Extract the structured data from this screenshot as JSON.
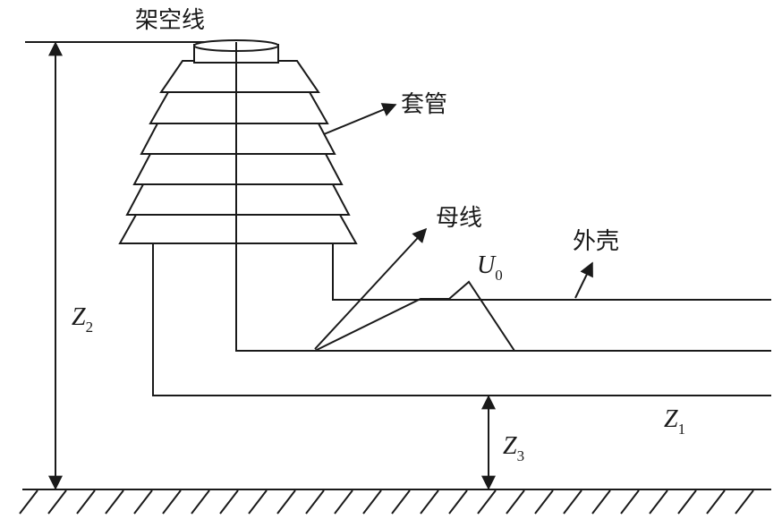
{
  "labels": {
    "overhead_line": "架空线",
    "bushing": "套管",
    "busbar": "母线",
    "enclosure": "外壳"
  },
  "symbols": {
    "Z2": {
      "base": "Z",
      "sub": "2"
    },
    "Z1": {
      "base": "Z",
      "sub": "1"
    },
    "Z3": {
      "base": "Z",
      "sub": "3"
    },
    "U0": {
      "base": "U",
      "sub": "0"
    }
  },
  "colors": {
    "stroke": "#1a1a1a",
    "background": "#ffffff"
  }
}
